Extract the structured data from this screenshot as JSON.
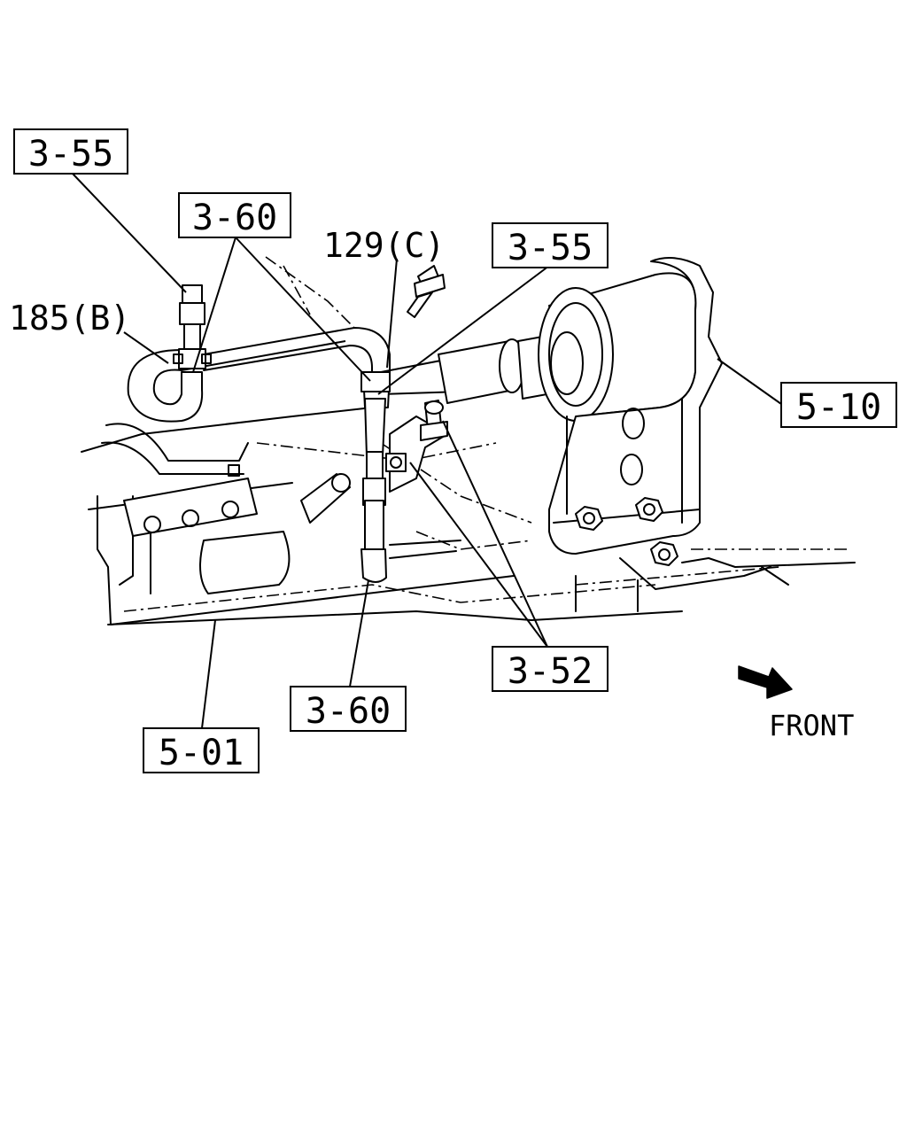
{
  "callouts": {
    "ref_3_55_top": "3-55",
    "ref_3_60_top": "3-60",
    "ref_129c": "129(C)",
    "ref_185b": "185(B)",
    "ref_3_55_right": "3-55",
    "ref_5_10": "5-10",
    "ref_3_52": "3-52",
    "ref_3_60_bottom": "3-60",
    "ref_5_01": "5-01"
  },
  "direction": {
    "label": "FRONT",
    "icon": "front-arrow-icon"
  }
}
